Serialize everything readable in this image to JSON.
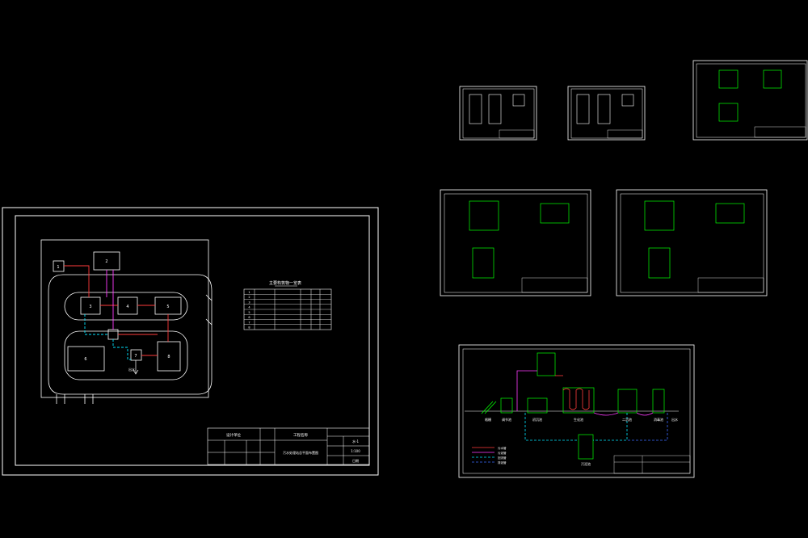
{
  "colors": {
    "background": "#000000",
    "frame": "#ffffff",
    "tank": "#00ff00",
    "pipe_red": "#ff3b3b",
    "pipe_magenta": "#ff3bff",
    "pipe_cyan": "#00e5ff",
    "pipe_blue": "#3b6bff"
  },
  "site_plan": {
    "units": [
      "1",
      "2",
      "3",
      "4",
      "5",
      "6",
      "7",
      "8"
    ],
    "outlet_label": "出水"
  },
  "title_block_main": {
    "company": "设计单位",
    "project": "工程名称",
    "drawing_title": "污水处理站总平面布置图",
    "drawing_no": "水-1",
    "scale": "1:100",
    "date": "日期"
  },
  "legend_table": {
    "title": "主要构筑物一览表"
  },
  "process_flow": {
    "stages": [
      "格栅",
      "调节池",
      "初沉池",
      "生化池",
      "二沉池",
      "消毒池",
      "出水"
    ],
    "sludge_tank": "污泥池",
    "legend_items": [
      "污水管",
      "污泥管",
      "回流管",
      "排泥管"
    ]
  }
}
